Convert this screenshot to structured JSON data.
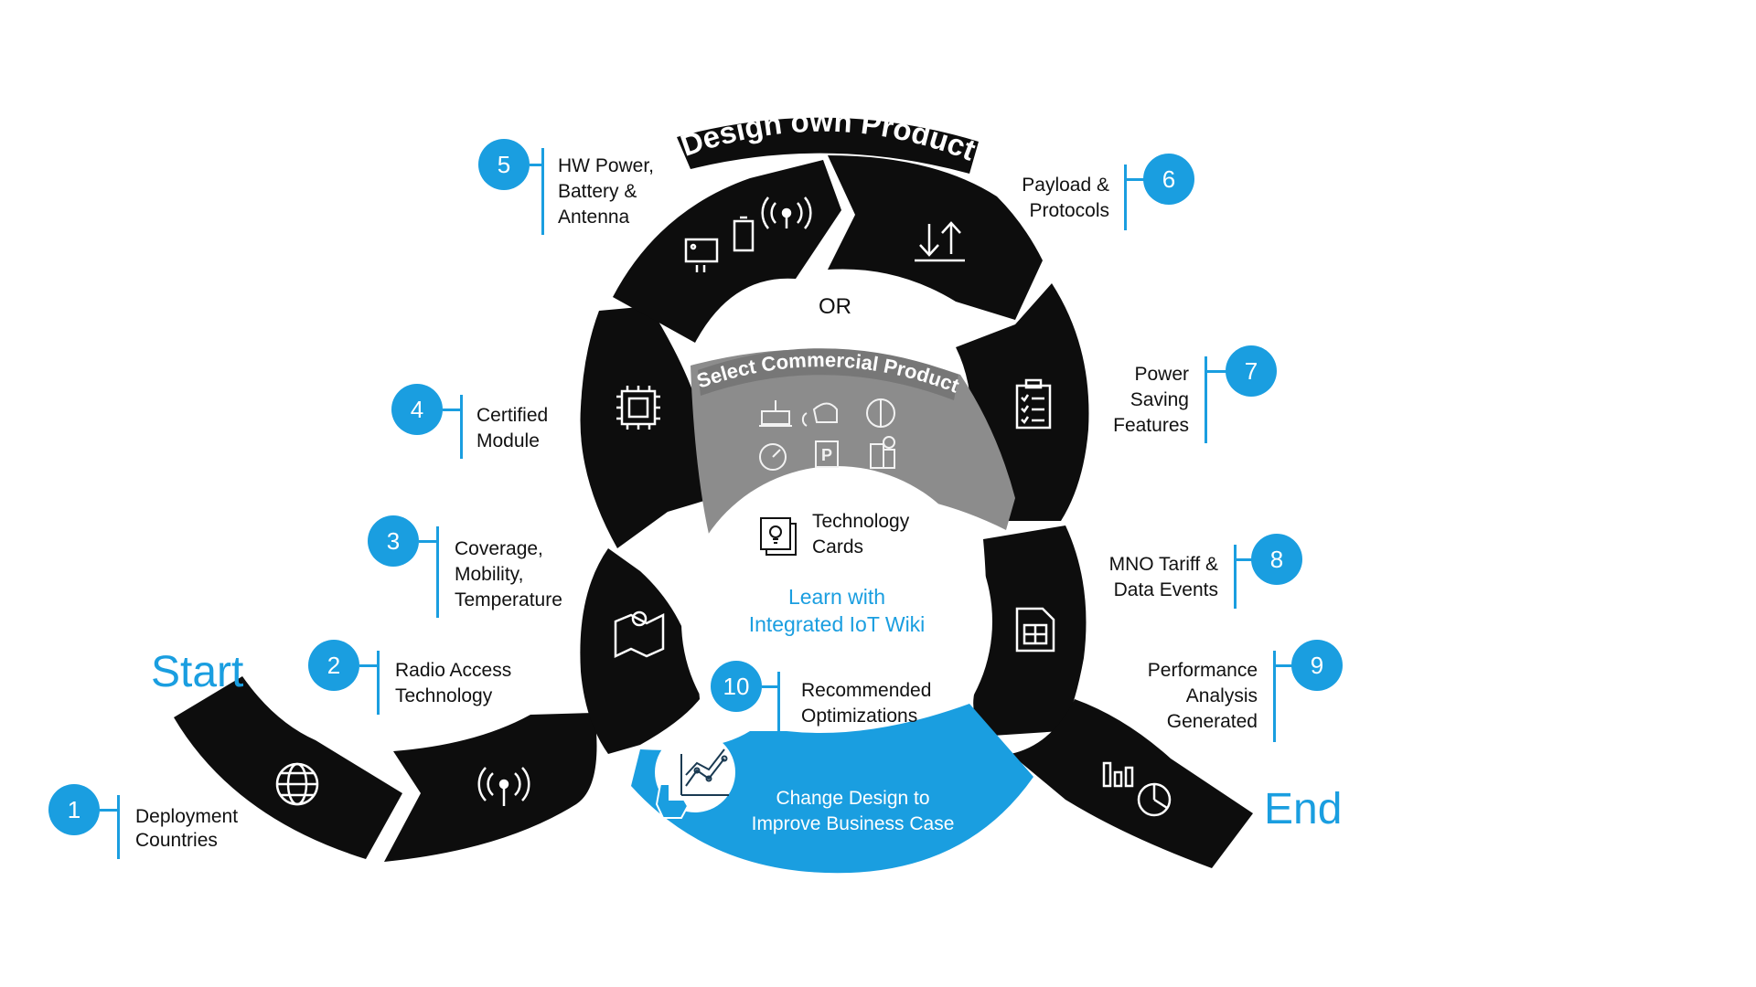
{
  "title_design": "Design own Product",
  "title_or": "OR",
  "title_select": "Select Commercial Product",
  "start_label": "Start",
  "end_label": "End",
  "center": {
    "tech_cards": "Technology Cards",
    "learn_line1": "Learn with",
    "learn_line2": "Integrated IoT Wiki",
    "change_line1": "Change Design to",
    "change_line2": "Improve Business Case"
  },
  "steps": [
    {
      "num": "1",
      "line1": "Deployment",
      "line2": "Countries",
      "line3": ""
    },
    {
      "num": "2",
      "line1": "Radio Access",
      "line2": "Technology",
      "line3": ""
    },
    {
      "num": "3",
      "line1": "Coverage,",
      "line2": "Mobility,",
      "line3": "Temperature"
    },
    {
      "num": "4",
      "line1": "Certified",
      "line2": "Module",
      "line3": ""
    },
    {
      "num": "5",
      "line1": "HW Power,",
      "line2": "Battery &",
      "line3": "Antenna"
    },
    {
      "num": "6",
      "line1": "Payload &",
      "line2": "Protocols",
      "line3": ""
    },
    {
      "num": "7",
      "line1": "Power",
      "line2": "Saving",
      "line3": "Features"
    },
    {
      "num": "8",
      "line1": "MNO Tariff &",
      "line2": "Data Events",
      "line3": ""
    },
    {
      "num": "9",
      "line1": "Performance",
      "line2": "Analysis",
      "line3": "Generated"
    },
    {
      "num": "10",
      "line1": "Recommended",
      "line2": "Optimizations",
      "line3": ""
    }
  ],
  "colors": {
    "accent": "#1a9ee0",
    "segment": "#0d0d0d",
    "commercial": "#8c8c8c"
  },
  "icons": [
    "globe-icon",
    "antenna-icon",
    "map-icon",
    "chip-icon",
    "hardware-icon",
    "upload-download-icon",
    "checklist-icon",
    "sim-card-icon",
    "bar-pie-chart-icon",
    "lightbulb-card-icon",
    "chart-touch-icon"
  ]
}
